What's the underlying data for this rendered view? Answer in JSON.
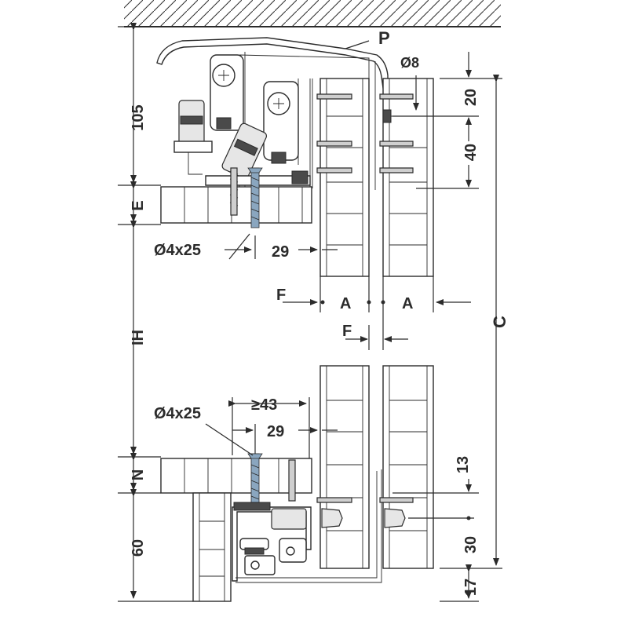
{
  "labels": {
    "P": "P",
    "dia8": "Ø8",
    "d105": "105",
    "d20": "20",
    "d40": "40",
    "E": "E",
    "screw_top": "Ø4x25",
    "d29_top": "29",
    "F_top": "F",
    "A_left": "A",
    "A_right": "A",
    "C": "C",
    "IH": "IH",
    "F_mid": "F",
    "ge43": "≥43",
    "screw_bottom": "Ø4x25",
    "d29_bottom": "29",
    "N": "N",
    "d13": "13",
    "d60": "60",
    "d30": "30",
    "d17": "17"
  },
  "colors": {
    "line": "#2b2b2b",
    "screw": "#8aa6bf",
    "part_grey": "#cfcfcf",
    "part_dark": "#4a4a4a"
  }
}
